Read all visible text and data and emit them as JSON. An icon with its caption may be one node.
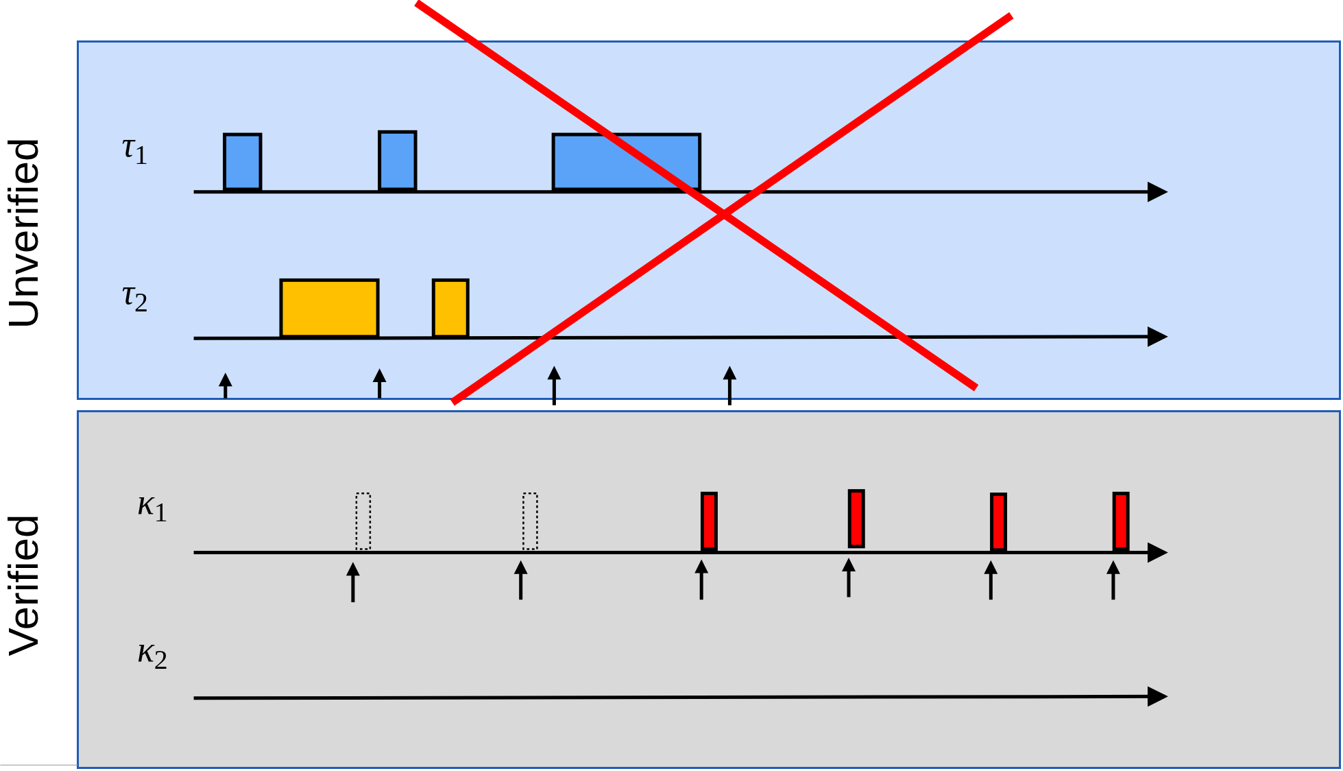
{
  "diagram": {
    "nodes": [
      {
        "text": [
          "Unverified"
        ]
      },
      {
        "text": [
          "Verified"
        ]
      }
    ],
    "labels": [
      "*τ*$_{1}$",
      "*τ*$_{2}$",
      "*κ*$_{1}$",
      "*κ*$_{2}$"
    ]
  }
}
